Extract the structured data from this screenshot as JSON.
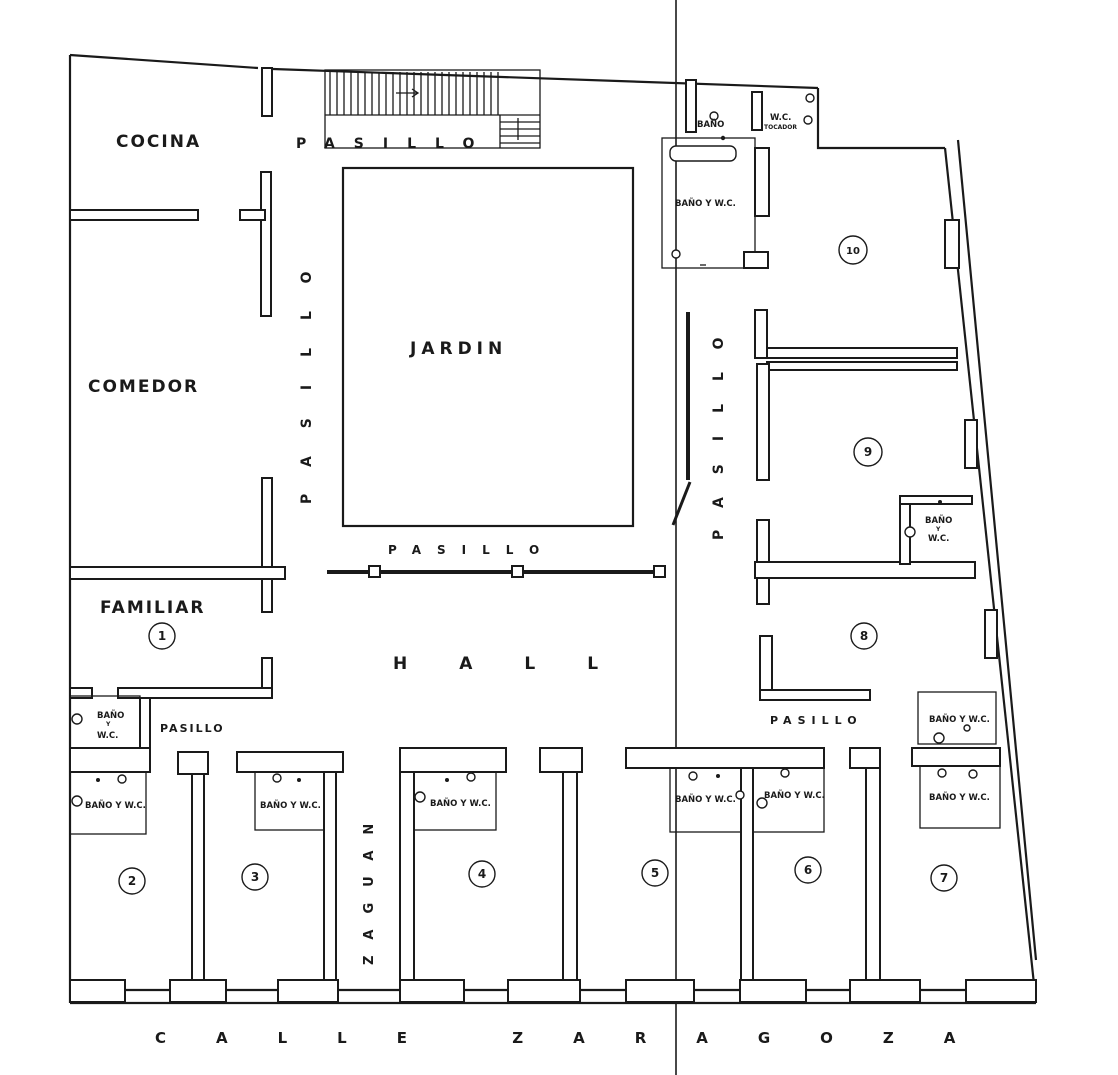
{
  "labels": {
    "cocina": "COCINA",
    "comedor": "COMEDOR",
    "familiar": "FAMILIAR",
    "jardin": "JARDIN",
    "hall": "HALL",
    "zaguan": "ZAGUAN",
    "pasillo": "PASILLO",
    "bano": "BAÑO",
    "wc": "W.C.",
    "y": "Y",
    "tocador": "TOCADOR",
    "bano_wc": "BAÑO Y W.C.",
    "street": "CALLE ZARAGOZA"
  },
  "rooms": [
    "1",
    "2",
    "3",
    "4",
    "5",
    "6",
    "7",
    "8",
    "9",
    "10"
  ],
  "colors": {
    "ink": "#1a1a1a",
    "paper": "#ffffff"
  }
}
